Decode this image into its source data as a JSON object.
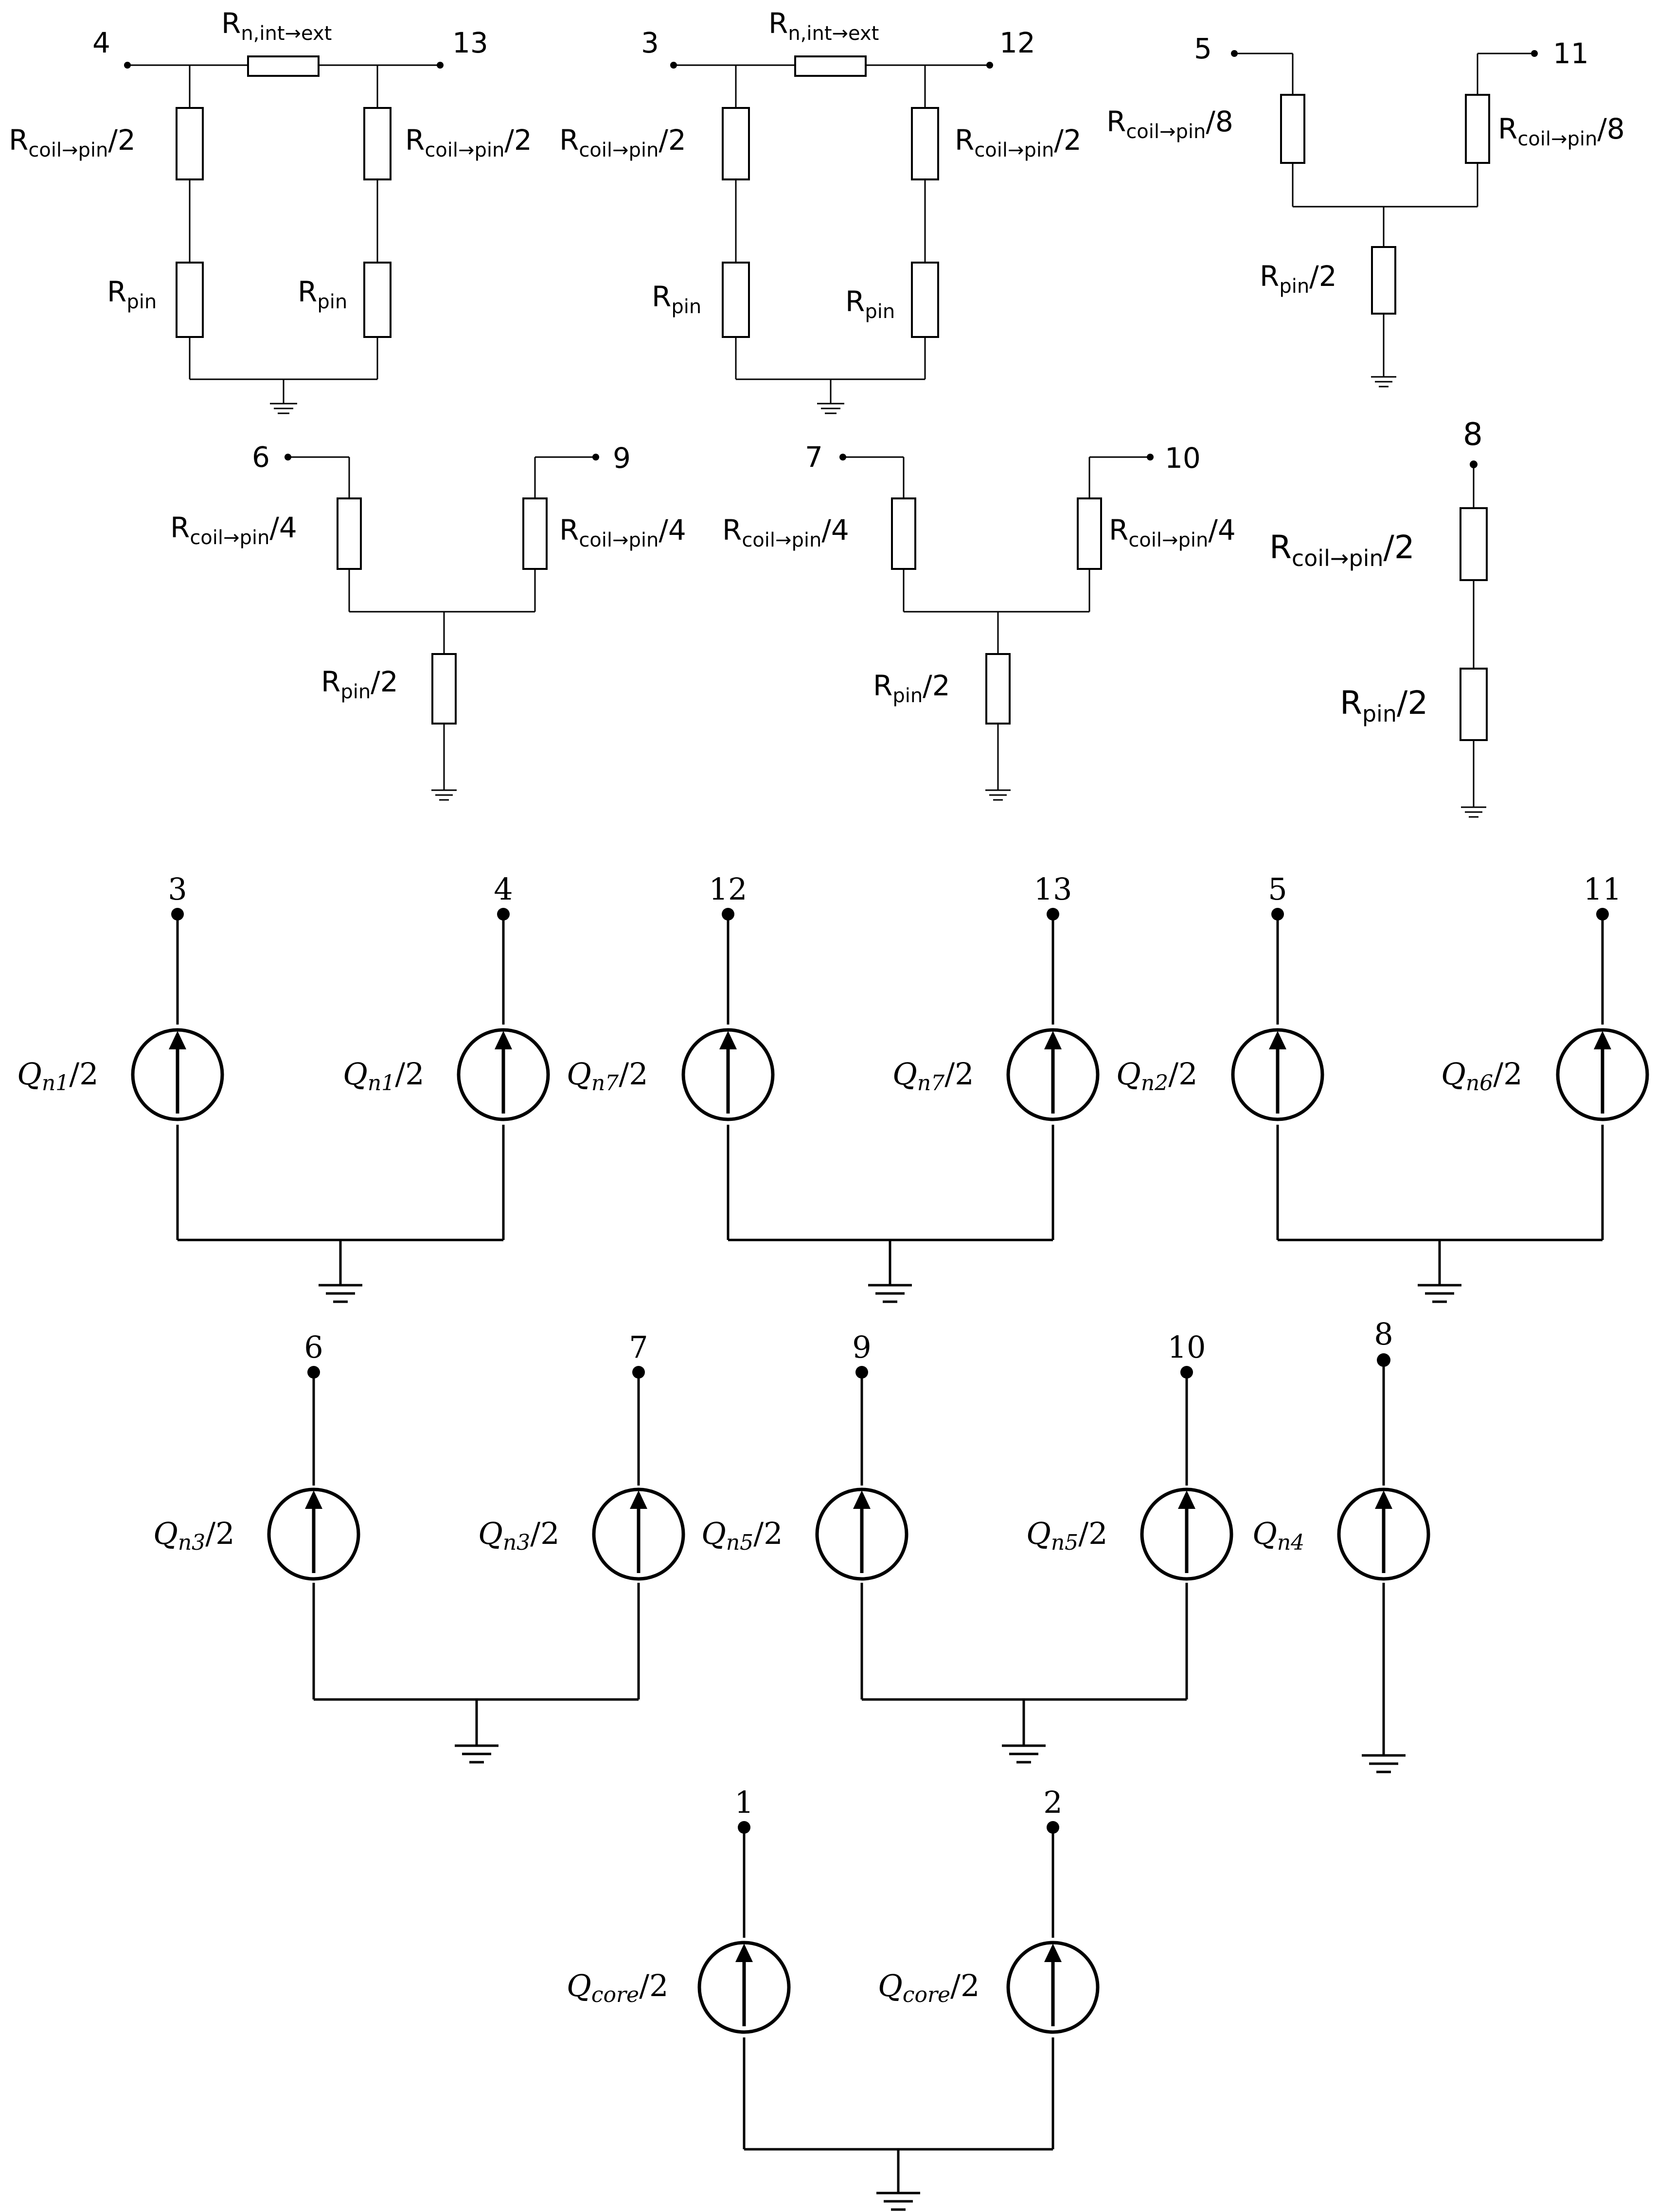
{
  "resistor_network": {
    "group_a": {
      "left_terminal": "4",
      "right_terminal": "13",
      "top_resistor": {
        "main": "R",
        "sub": "n,int→ext"
      },
      "left_upper": {
        "main": "R",
        "sub": "coil→pin",
        "suffix": "/2"
      },
      "right_upper": {
        "main": "R",
        "sub": "coil→pin",
        "suffix": "/2"
      },
      "left_lower": {
        "main": "R",
        "sub": "pin"
      },
      "right_lower": {
        "main": "R",
        "sub": "pin"
      }
    },
    "group_b": {
      "left_terminal": "3",
      "right_terminal": "12",
      "top_resistor": {
        "main": "R",
        "sub": "n,int→ext"
      },
      "left_upper": {
        "main": "R",
        "sub": "coil→pin",
        "suffix": "/2"
      },
      "right_upper": {
        "main": "R",
        "sub": "coil→pin",
        "suffix": "/2"
      },
      "left_lower": {
        "main": "R",
        "sub": "pin"
      },
      "right_lower": {
        "main": "R",
        "sub": "pin"
      }
    },
    "group_c": {
      "left_terminal": "5",
      "right_terminal": "11",
      "left_upper": {
        "main": "R",
        "sub": "coil→pin",
        "suffix": "/8"
      },
      "right_upper": {
        "main": "R",
        "sub": "coil→pin",
        "suffix": "/8"
      },
      "center_lower": {
        "main": "R",
        "sub": "pin",
        "suffix": "/2"
      }
    },
    "group_d": {
      "left_terminal": "6",
      "right_terminal": "9",
      "left_upper": {
        "main": "R",
        "sub": "coil→pin",
        "suffix": "/4"
      },
      "right_upper": {
        "main": "R",
        "sub": "coil→pin",
        "suffix": "/4"
      },
      "center_lower": {
        "main": "R",
        "sub": "pin",
        "suffix": "/2"
      }
    },
    "group_e": {
      "left_terminal": "7",
      "right_terminal": "10",
      "left_upper": {
        "main": "R",
        "sub": "coil→pin",
        "suffix": "/4"
      },
      "right_upper": {
        "main": "R",
        "sub": "coil→pin",
        "suffix": "/4"
      },
      "center_lower": {
        "main": "R",
        "sub": "pin",
        "suffix": "/2"
      }
    },
    "group_f": {
      "terminal": "8",
      "upper": {
        "main": "R",
        "sub": "coil→pin",
        "suffix": "/2"
      },
      "lower": {
        "main": "R",
        "sub": "pin",
        "suffix": "/2"
      }
    }
  },
  "heat_sources": {
    "pair_1": {
      "left_node": "3",
      "right_node": "4",
      "left_q": {
        "main": "Q",
        "sub": "n1",
        "suffix": "/2"
      },
      "right_q": {
        "main": "Q",
        "sub": "n1",
        "suffix": "/2"
      }
    },
    "pair_2": {
      "left_node": "12",
      "right_node": "13",
      "left_q": {
        "main": "Q",
        "sub": "n7",
        "suffix": "/2"
      },
      "right_q": {
        "main": "Q",
        "sub": "n7",
        "suffix": "/2"
      }
    },
    "pair_3": {
      "left_node": "5",
      "right_node": "11",
      "left_q": {
        "main": "Q",
        "sub": "n2",
        "suffix": "/2"
      },
      "right_q": {
        "main": "Q",
        "sub": "n6",
        "suffix": "/2"
      }
    },
    "pair_4": {
      "left_node": "6",
      "right_node": "7",
      "left_q": {
        "main": "Q",
        "sub": "n3",
        "suffix": "/2"
      },
      "right_q": {
        "main": "Q",
        "sub": "n3",
        "suffix": "/2"
      }
    },
    "pair_5": {
      "left_node": "9",
      "right_node": "10",
      "left_q": {
        "main": "Q",
        "sub": "n5",
        "suffix": "/2"
      },
      "right_q": {
        "main": "Q",
        "sub": "n5",
        "suffix": "/2"
      }
    },
    "single": {
      "node": "8",
      "q": {
        "main": "Q",
        "sub": "n4",
        "suffix": ""
      }
    },
    "pair_core": {
      "left_node": "1",
      "right_node": "2",
      "left_q": {
        "main": "Q",
        "sub": "core",
        "suffix": "/2"
      },
      "right_q": {
        "main": "Q",
        "sub": "core",
        "suffix": "/2"
      }
    }
  }
}
